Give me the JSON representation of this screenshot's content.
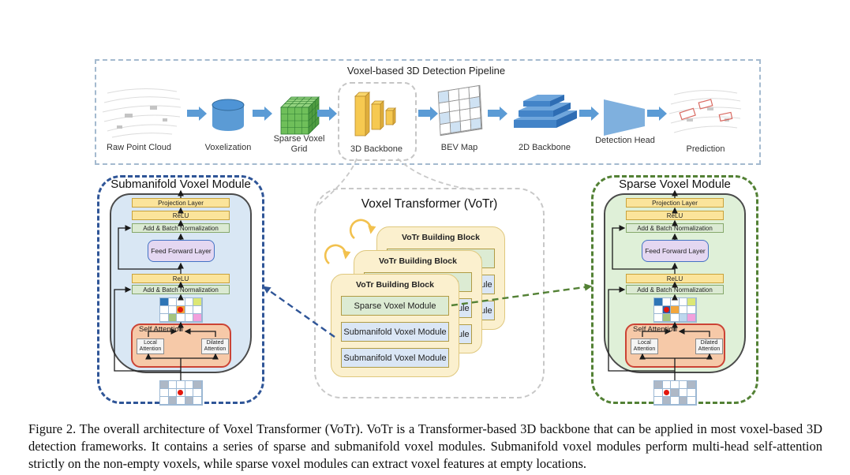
{
  "figure": {
    "caption": "Figure 2. The overall architecture of Voxel Transformer (VoTr). VoTr is a Transformer-based 3D backbone that can be applied in most voxel-based 3D detection frameworks. It contains a series of sparse and submanifold voxel modules. Submanifold voxel modules perform multi-head self-attention strictly on the non-empty voxels, while sparse voxel modules can extract voxel features at empty locations."
  },
  "pipeline": {
    "title": "Voxel-based 3D Detection Pipeline",
    "stages": [
      {
        "label": "Raw Point Cloud"
      },
      {
        "label": "Voxelization"
      },
      {
        "label": "Sparse Voxel Grid"
      },
      {
        "label": "3D Backbone"
      },
      {
        "label": "BEV Map"
      },
      {
        "label": "2D Backbone"
      },
      {
        "label": "Detection Head"
      },
      {
        "label": "Prediction"
      }
    ]
  },
  "votr": {
    "title": "Voxel Transformer (VoTr)",
    "block_title": "VoTr Building Block",
    "rows": [
      "Sparse Voxel Module",
      "Submanifold Voxel Module",
      "Submanifold Voxel Module"
    ]
  },
  "submanifold": {
    "title": "Submanifold Voxel Module",
    "layers": {
      "projection": "Projection Layer",
      "relu1": "ReLU",
      "addbn1": "Add & Batch Normalization",
      "ffl": "Feed Forward Layer",
      "relu2": "ReLU",
      "addbn2": "Add & Batch Normalization",
      "self_attention": "Self Attention",
      "local": "Local Attention",
      "dilated": "Dilated Attention"
    }
  },
  "sparse": {
    "title": "Sparse Voxel Module",
    "layers": {
      "projection": "Projection Layer",
      "relu1": "ReLU",
      "addbn1": "Add & Batch Normalization",
      "ffl": "Feed Forward Layer",
      "relu2": "ReLU",
      "addbn2": "Add & Batch Normalization",
      "self_attention": "Self Attention",
      "local": "Local Attention",
      "dilated": "Dilated Attention"
    }
  },
  "grids": {
    "palette": {
      "W": "#FFFFFF",
      "B": "#2E75B6",
      "Y": "#DCE775",
      "O": "#F2A63C",
      "G": "#A5C47E",
      "P": "#F2A0DC",
      "D": "#2E5FA8",
      "L": "#BDD7EE",
      "N": "#AEB8C6",
      "C": "#CFE2F3"
    },
    "submanifold_attention": [
      [
        "B",
        "W",
        "W",
        "W",
        "Y"
      ],
      [
        "W",
        "W",
        "O*",
        "W",
        "W"
      ],
      [
        "W",
        "G",
        "W",
        "W",
        "P"
      ]
    ],
    "sparse_attention": [
      [
        "B",
        "W",
        "W",
        "W",
        "Y"
      ],
      [
        "W",
        "D*",
        "O",
        "W",
        "W"
      ],
      [
        "W",
        "G",
        "W",
        "L",
        "P"
      ]
    ],
    "submanifold_input": [
      [
        "N",
        "W",
        "W",
        "W",
        "N"
      ],
      [
        "W",
        "W",
        "W*",
        "W",
        "W"
      ],
      [
        "W",
        "N",
        "W",
        "N",
        "W"
      ]
    ],
    "sparse_input": [
      [
        "N",
        "W",
        "W",
        "W",
        "N"
      ],
      [
        "W",
        "W*",
        "N",
        "W",
        "W"
      ],
      [
        "W",
        "N",
        "W",
        "N",
        "W"
      ]
    ],
    "bev_map": [
      [
        "C",
        "W",
        "W",
        "W"
      ],
      [
        "W",
        "W",
        "W",
        "C"
      ],
      [
        "C",
        "W",
        "W",
        "W"
      ],
      [
        "W",
        "C",
        "W",
        "C"
      ]
    ]
  },
  "colors": {
    "pipeline_arrow": "#5B9BD5",
    "submanifold_accent": "#2F5597",
    "sparse_accent": "#538135",
    "votr_block_fill": "#FBF0CE",
    "self_attention_fill": "#F6C9A8",
    "red_dot": "#E3170D",
    "loop_arrow": "#F2C14E"
  }
}
